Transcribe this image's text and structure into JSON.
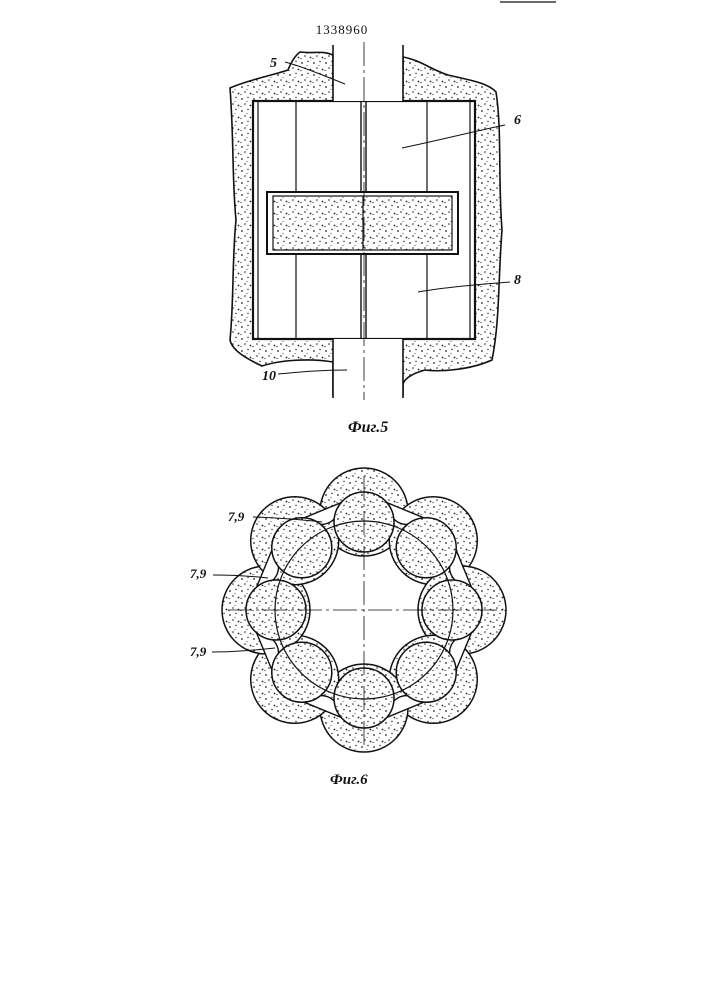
{
  "document": {
    "number": "1338960"
  },
  "fig5": {
    "caption": "Фиг.5",
    "labels": {
      "l5": "5",
      "l6": "6",
      "l8": "8",
      "l10": "10"
    }
  },
  "fig6": {
    "caption": "Фиг.6",
    "labels": {
      "a": "7,9",
      "b": "7,9",
      "c": "7,9"
    },
    "element_count": 8
  },
  "colors": {
    "ink": "#111111",
    "paper": "#ffffff",
    "stipple": "#222222"
  }
}
